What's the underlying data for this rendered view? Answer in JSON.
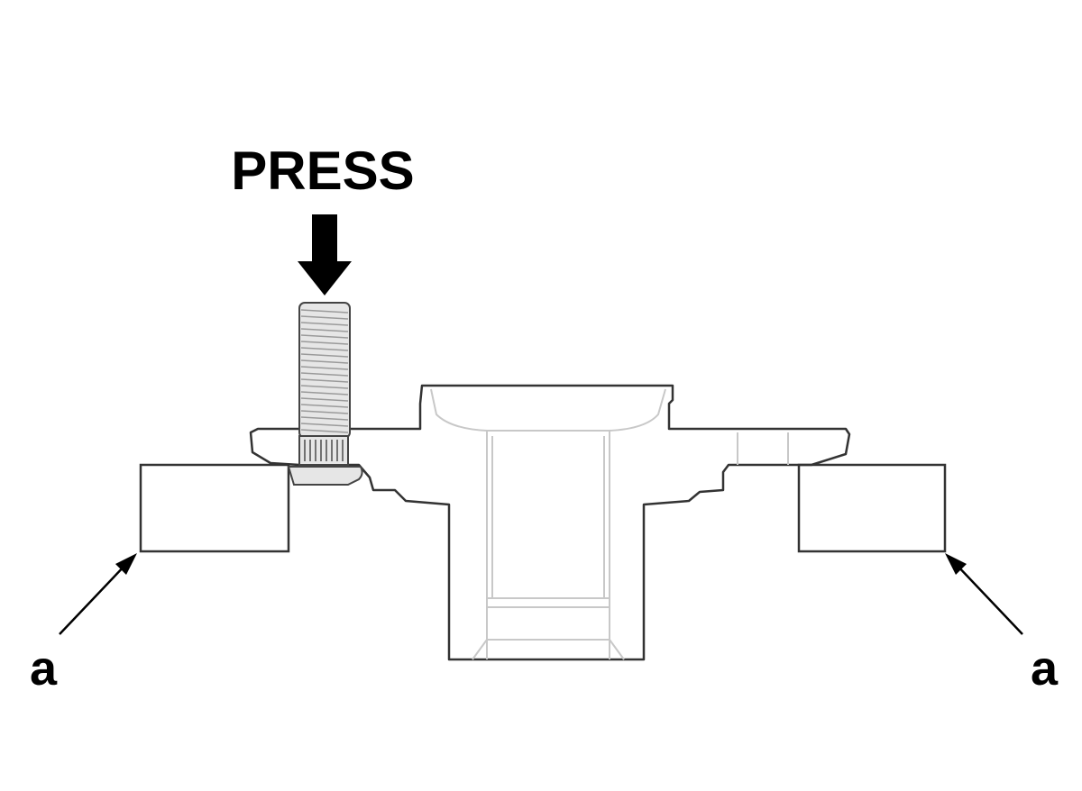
{
  "labels": {
    "press": "PRESS",
    "support_left": "a",
    "support_right": "a"
  },
  "icons": {
    "press_arrow": "down-arrow-icon",
    "callout_arrow": "leader-arrow-icon"
  },
  "colors": {
    "line": "#333333",
    "hidden_line": "#c8c8c8",
    "stud_fill": "#e6e6e6",
    "label": "#000000"
  }
}
